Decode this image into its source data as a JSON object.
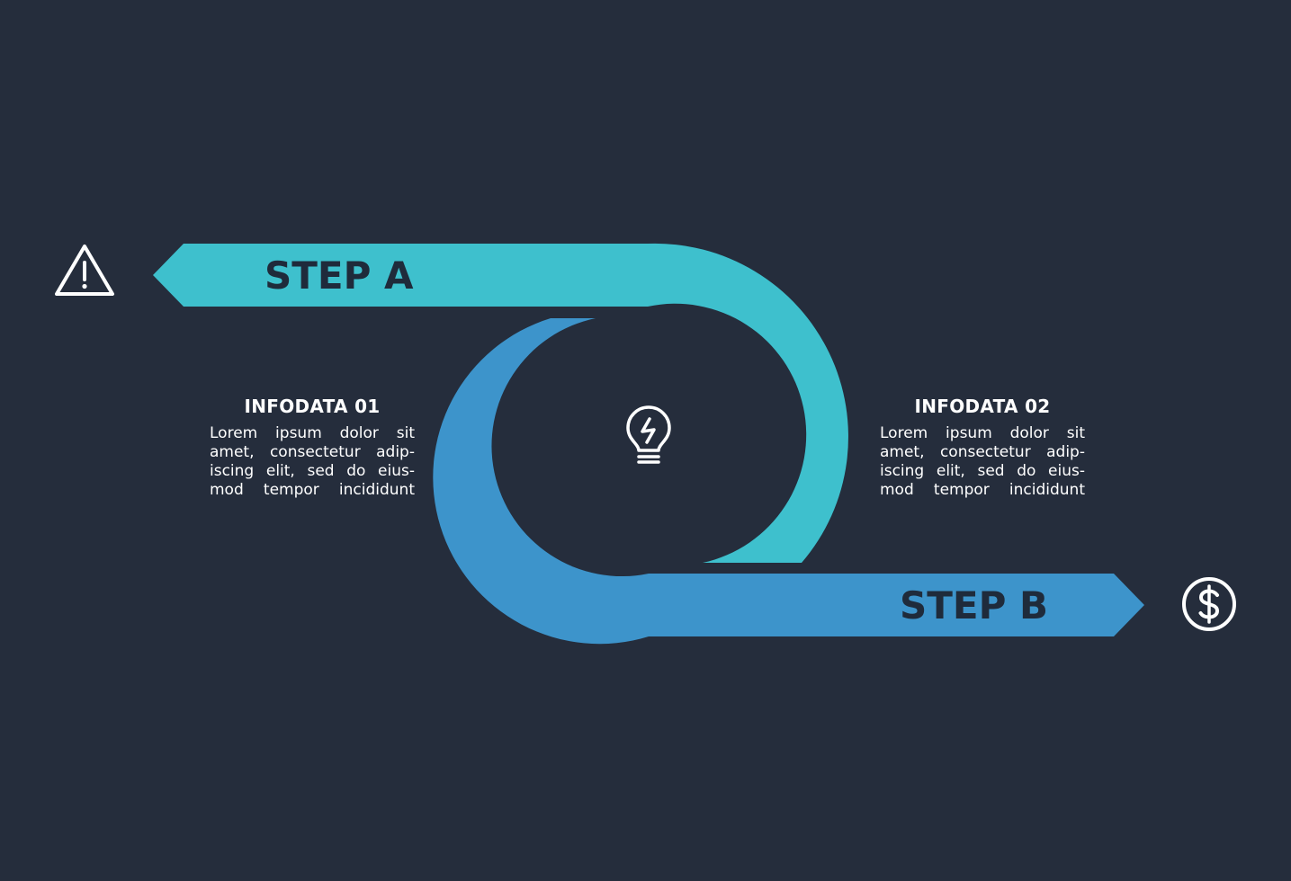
{
  "colors": {
    "background": "#252d3c",
    "teal": "#3ec0cd",
    "blue": "#3d94cb",
    "label_text": "#1f2b3b",
    "icon_stroke": "#ffffff"
  },
  "steps": [
    {
      "label": "STEP A",
      "icon": "warning-triangle-icon"
    },
    {
      "label": "STEP B",
      "icon": "dollar-coin-icon"
    }
  ],
  "center_icon": "lightbulb-bolt-icon",
  "info": [
    {
      "title": "INFODATA  01",
      "lines": [
        "Lorem ipsum dolor sit",
        "amet, consectetur adip-",
        "iscing elit, sed do eius-",
        "mod tempor incididunt"
      ]
    },
    {
      "title": "INFODATA  02",
      "lines": [
        "Lorem ipsum dolor sit",
        "amet, consectetur adip-",
        "iscing elit, sed do eius-",
        "mod tempor incididunt"
      ]
    }
  ]
}
